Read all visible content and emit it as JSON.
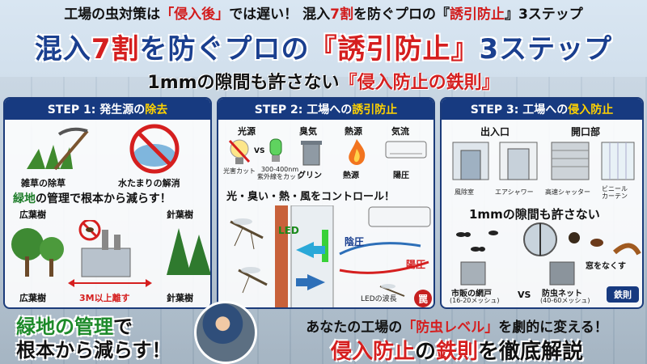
{
  "headline": {
    "part1": "工場の虫対策は",
    "part2": "「侵入後」",
    "part3": "では遅い！ 混入",
    "part4": "7割",
    "part5": "を防ぐプロの『",
    "part6": "誘引防止",
    "part7": "』3ステップ"
  },
  "main_title": {
    "part1": "混入",
    "part2": "7割",
    "part3": "を防ぐプロの",
    "part4": "『誘引防止』",
    "part5": "3ステップ"
  },
  "sub_title": {
    "part1": "1mmの隙間も許さない",
    "part2": "『侵入防止の鉄則』"
  },
  "step1": {
    "head_a": "STEP 1: 発生源の",
    "head_b": "除去",
    "weed": "雑草の除草",
    "water": "水たまりの解消",
    "slogan_a": "緑地",
    "slogan_b": "の管理で根本から減らす！",
    "tree_broad_top": "広葉樹",
    "tree_conifer_top": "針葉樹",
    "tree_broad_bottom": "広葉樹",
    "distance": "3M以上離す",
    "tree_conifer_bottom": "針葉樹"
  },
  "step2": {
    "head_a": "STEP 2: 工場への",
    "head_b": "誘引防止",
    "col_light": "光源",
    "col_smell": "臭気",
    "col_heat": "熱源",
    "col_air": "気流",
    "vs": "VS",
    "light_cut": "光害カット",
    "uv_a": "300-400nm",
    "uv_b": "紫外線をカット",
    "green": "グリン",
    "heat": "熱源",
    "positive": "陽圧",
    "control": "光・臭い・熱・風をコントロール！",
    "led": "LED",
    "negative_pressure": "陰圧",
    "positive_pressure": "陽圧",
    "led_wave": "LEDの波長",
    "trap": "罠"
  },
  "step3": {
    "head_a": "STEP 3: 工場への",
    "head_b": "侵入防止",
    "entrance": "出入口",
    "opening": "開口部",
    "windbreak": "風除室",
    "air_shower": "エアシャワー",
    "shutter": "高速シャッター",
    "vinyl_a": "ビニール",
    "vinyl_b": "カーテン",
    "gap": "1mmの隙間も許さない",
    "no_window": "窓をなくす",
    "net_market": "市販の網戸",
    "net_market_mesh": "(16-20メッシュ)",
    "vs": "VS",
    "net_pro": "防虫ネット",
    "net_pro_mesh": "(40-60メッシュ)",
    "rule": "鉄則"
  },
  "bottom_left": {
    "line1_a": "緑地の管理",
    "line1_b": "で",
    "line2": "根本から減らす！"
  },
  "bottom_right": {
    "line1_a": "あなたの工場の",
    "line1_b": "「防虫レベル」",
    "line1_c": "を劇的に変える！",
    "line2_a": "侵入防止",
    "line2_b": "の",
    "line2_c": "鉄則",
    "line2_d": "を徹底解説"
  },
  "colors": {
    "navy": "#173a80",
    "red": "#d51f1f",
    "green": "#1d8a2a",
    "yellow": "#ffd200"
  }
}
